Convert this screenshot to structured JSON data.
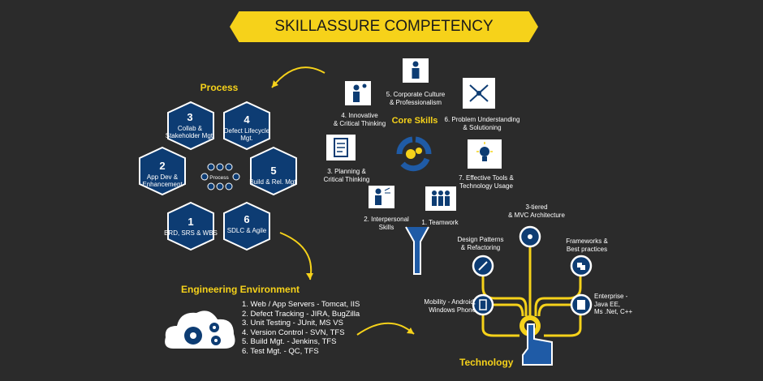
{
  "title": "SKILLASSURE COMPETENCY FRAMEWORK",
  "process": {
    "heading": "Process",
    "center": "Process",
    "hexes": [
      {
        "num": "3",
        "label": "Collab &\nStakeholder Mgt."
      },
      {
        "num": "4",
        "label": "Defect Lifecycle\nMgt."
      },
      {
        "num": "2",
        "label": "App Dev &\nEnhancement"
      },
      {
        "num": "5",
        "label": "Build & Rel. Mgt."
      },
      {
        "num": "1",
        "label": "BRD, SRS & WBS"
      },
      {
        "num": "6",
        "label": "SDLC & Agile"
      }
    ]
  },
  "core": {
    "heading": "Core Skills",
    "items": [
      {
        "label": "5. Corporate Culture\n& Professionalism",
        "icon": "person-icon"
      },
      {
        "label": "4. Innovative\n& Critical Thinking",
        "icon": "idea-person-icon"
      },
      {
        "label": "6. Problem Understanding\n& Solutioning",
        "icon": "arrows-out-icon"
      },
      {
        "label": "3. Planning &\nCritical Thinking",
        "icon": "checklist-icon"
      },
      {
        "label": "7. Effective Tools &\nTechnology Usage",
        "icon": "lightbulb-icon"
      },
      {
        "label": "2. Interpersonal\nSkills",
        "icon": "speaker-icon"
      },
      {
        "label": "1. Teamwork",
        "icon": "team-icon"
      }
    ]
  },
  "engineering": {
    "heading": "Engineering Environment",
    "items": [
      "1. Web / App Servers - Tomcat, IIS",
      "2. Defect Tracking - JIRA, BugZilla",
      "3. Unit Testing - JUnit, MS VS",
      "4. Version Control - SVN, TFS",
      "5. Build Mgt. - Jenkins, TFS",
      "6. Test Mgt. - QC, TFS"
    ]
  },
  "technology": {
    "heading": "Technology",
    "items": [
      {
        "label": "3-tiered\n& MVC Architecture"
      },
      {
        "label": "Design Patterns\n& Refactoring"
      },
      {
        "label": "Frameworks &\nBest practices"
      },
      {
        "label": "Mobility - Android,\nWindows Phone"
      },
      {
        "label": "Enterprise -\nJava EE,\nMs .Net, C++"
      }
    ]
  },
  "colors": {
    "accent": "#f6d21a",
    "navy": "#0d3c73",
    "background": "#2b2b2b"
  }
}
